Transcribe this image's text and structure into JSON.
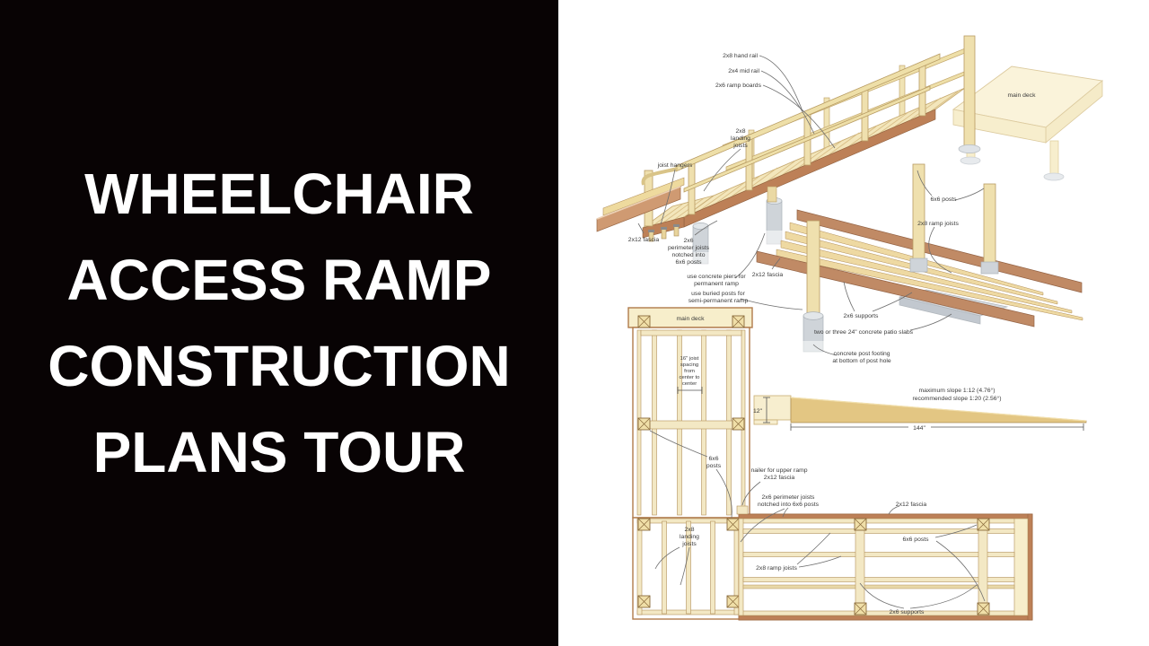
{
  "left_panel": {
    "title_lines": [
      "WHEELCHAIR",
      "ACCESS RAMP",
      "CONSTRUCTION",
      "PLANS TOUR"
    ],
    "bg_color": "#080304",
    "text_color": "#ffffff"
  },
  "colors": {
    "wood_pale": "#f3e6bb",
    "wood_post": "#efe0ae",
    "wood_gold": "#e3c683",
    "wood_brown": "#bd8057",
    "wood_salmon": "#d8a37c",
    "plan_fill": "#f3e8c4",
    "plan_border": "#b07a4b",
    "ghost_deck": "#faf3da",
    "concrete": "#cfd4d9",
    "label_text": "#3a3a3a"
  },
  "iso": {
    "hand_rail": "2x8 hand rail",
    "mid_rail": "2x4 mid rail",
    "ramp_boards": "2x6 ramp boards",
    "landing_joists": [
      "2x8",
      "landing",
      "joists"
    ],
    "joist_hangers": "joist hangers",
    "main_deck": "main deck",
    "fascia_left": "2x12 fascia",
    "perimeter_joists": [
      "2x6",
      "perimeter joists",
      "notched into",
      "6x6 posts"
    ],
    "concrete_piers": [
      "use concrete piers for",
      "permanent ramp"
    ],
    "buried_posts": [
      "use buried posts for",
      "semi-permanent ramp"
    ],
    "fascia_lower": "2x12 fascia",
    "posts": "6x6 posts",
    "ramp_joists": "2x8 ramp joists",
    "supports": "2x6 supports",
    "patio_slabs": "two or three 24\" concrete patio slabs",
    "post_footing": [
      "concrete post footing",
      "at bottom of post hole"
    ]
  },
  "slope": {
    "max": "maximum slope 1:12 (4.76°)",
    "recommended": "recommended slope 1:20 (2.56°)",
    "rise": "12\"",
    "run": "144\""
  },
  "plan_left": {
    "main_deck": "main deck",
    "joist_spacing": [
      "16\" joist",
      "spacing",
      "from",
      "center to",
      "center"
    ],
    "posts": [
      "6x6",
      "posts"
    ],
    "landing_joists": [
      "2x8",
      "landing",
      "joists"
    ]
  },
  "plan_bottom": {
    "nailer": [
      "nailer for upper ramp",
      "2x12 fascia"
    ],
    "perimeter": [
      "2x6 perimeter joists",
      "notched into 6x6 posts"
    ],
    "fascia": "2x12 fascia",
    "posts": "6x6 posts",
    "ramp_joists": "2x8 ramp joists",
    "supports": "2x6 supports"
  }
}
